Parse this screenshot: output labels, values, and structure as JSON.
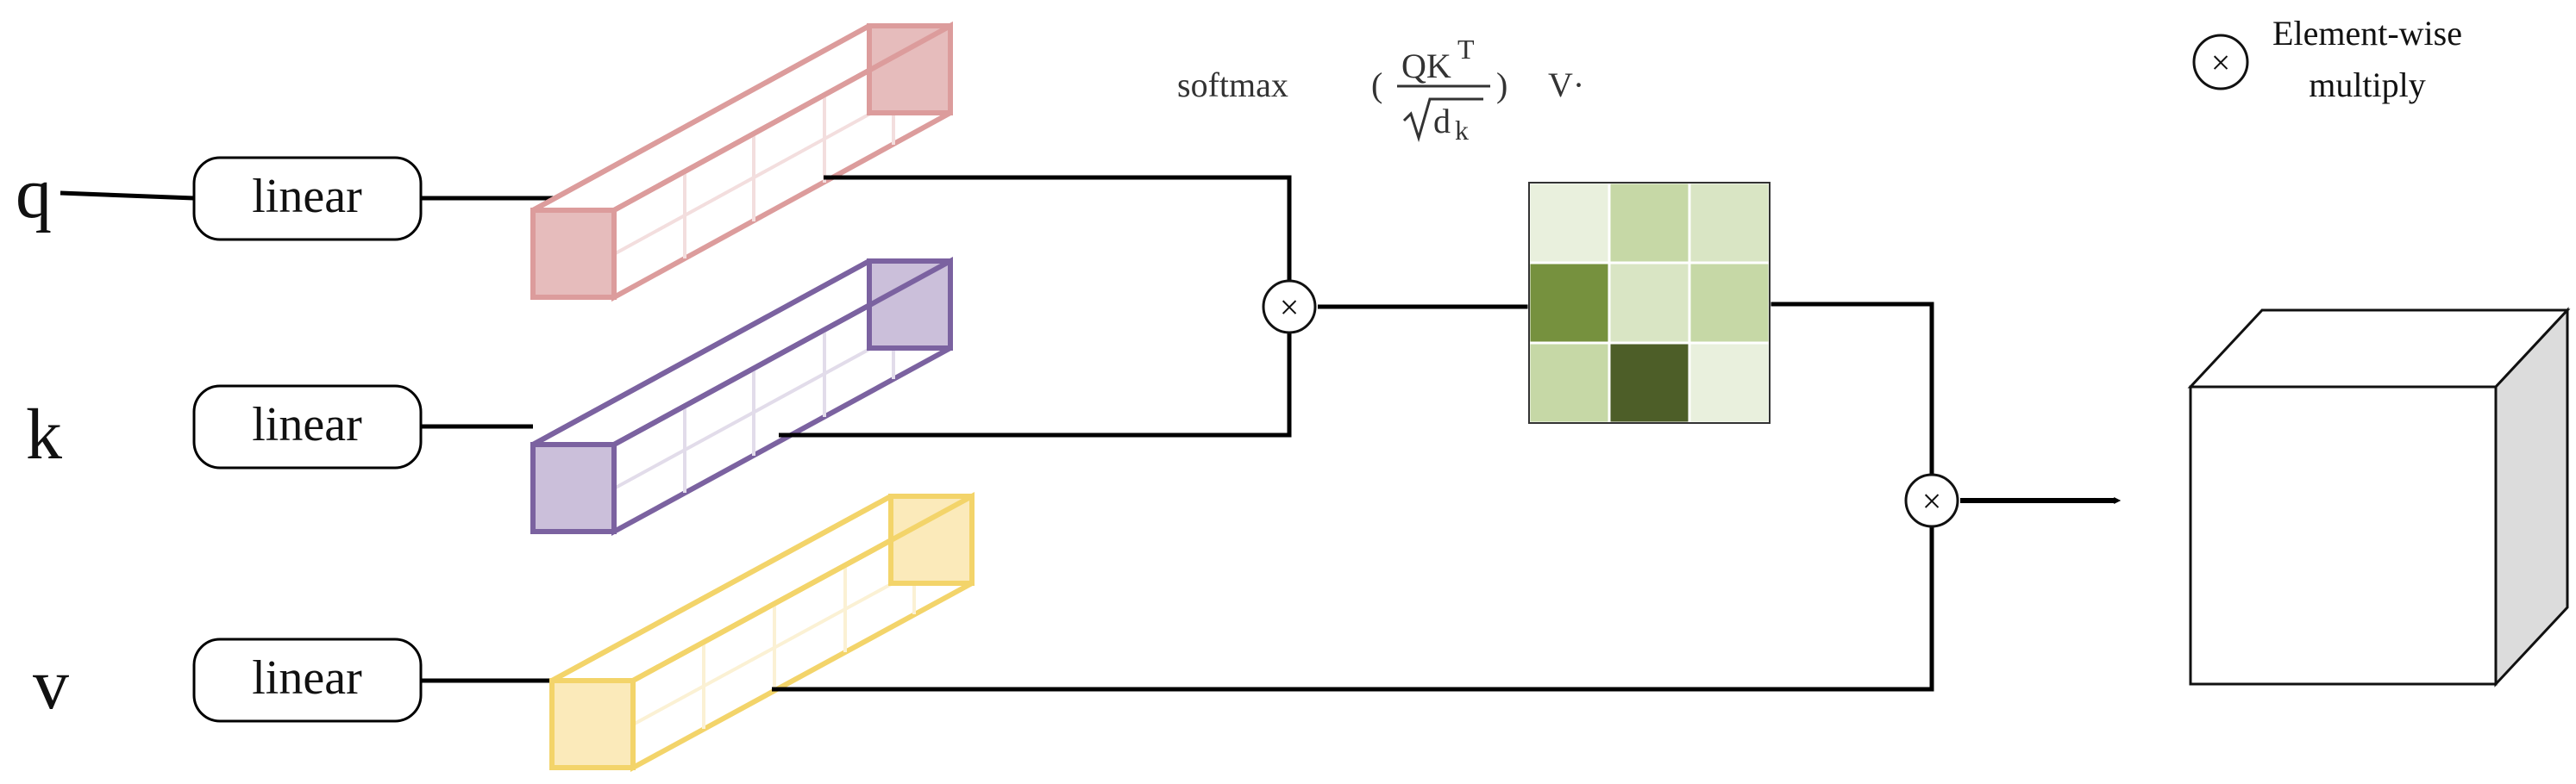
{
  "inputs": [
    {
      "label": "q",
      "box_label": "linear",
      "color": "#dc9c9c",
      "fill": "#e6bcbc"
    },
    {
      "label": "k",
      "box_label": "linear",
      "color": "#7b62a0",
      "fill": "#cbbfda"
    },
    {
      "label": "v",
      "box_label": "linear",
      "color": "#f3d46a",
      "fill": "#fbeaba"
    }
  ],
  "formula": {
    "func": "softmax",
    "numerator": "QK",
    "superscript": "T",
    "denominator": "d",
    "subscript": "k",
    "open_paren": "(",
    "close_paren": ")",
    "suffix": "V·"
  },
  "legend": {
    "symbol": "×",
    "line1": "Element-wise",
    "line2": "multiply"
  },
  "multiply_symbol": "×",
  "attention_matrix": {
    "colors": [
      [
        "#e9f0dd",
        "#c6d8a6",
        "#d9e5c4"
      ],
      [
        "#76913e",
        "#d9e5c4",
        "#c6d8a6"
      ],
      [
        "#c6d8a6",
        "#4d5e28",
        "#e9f0dd"
      ]
    ]
  }
}
